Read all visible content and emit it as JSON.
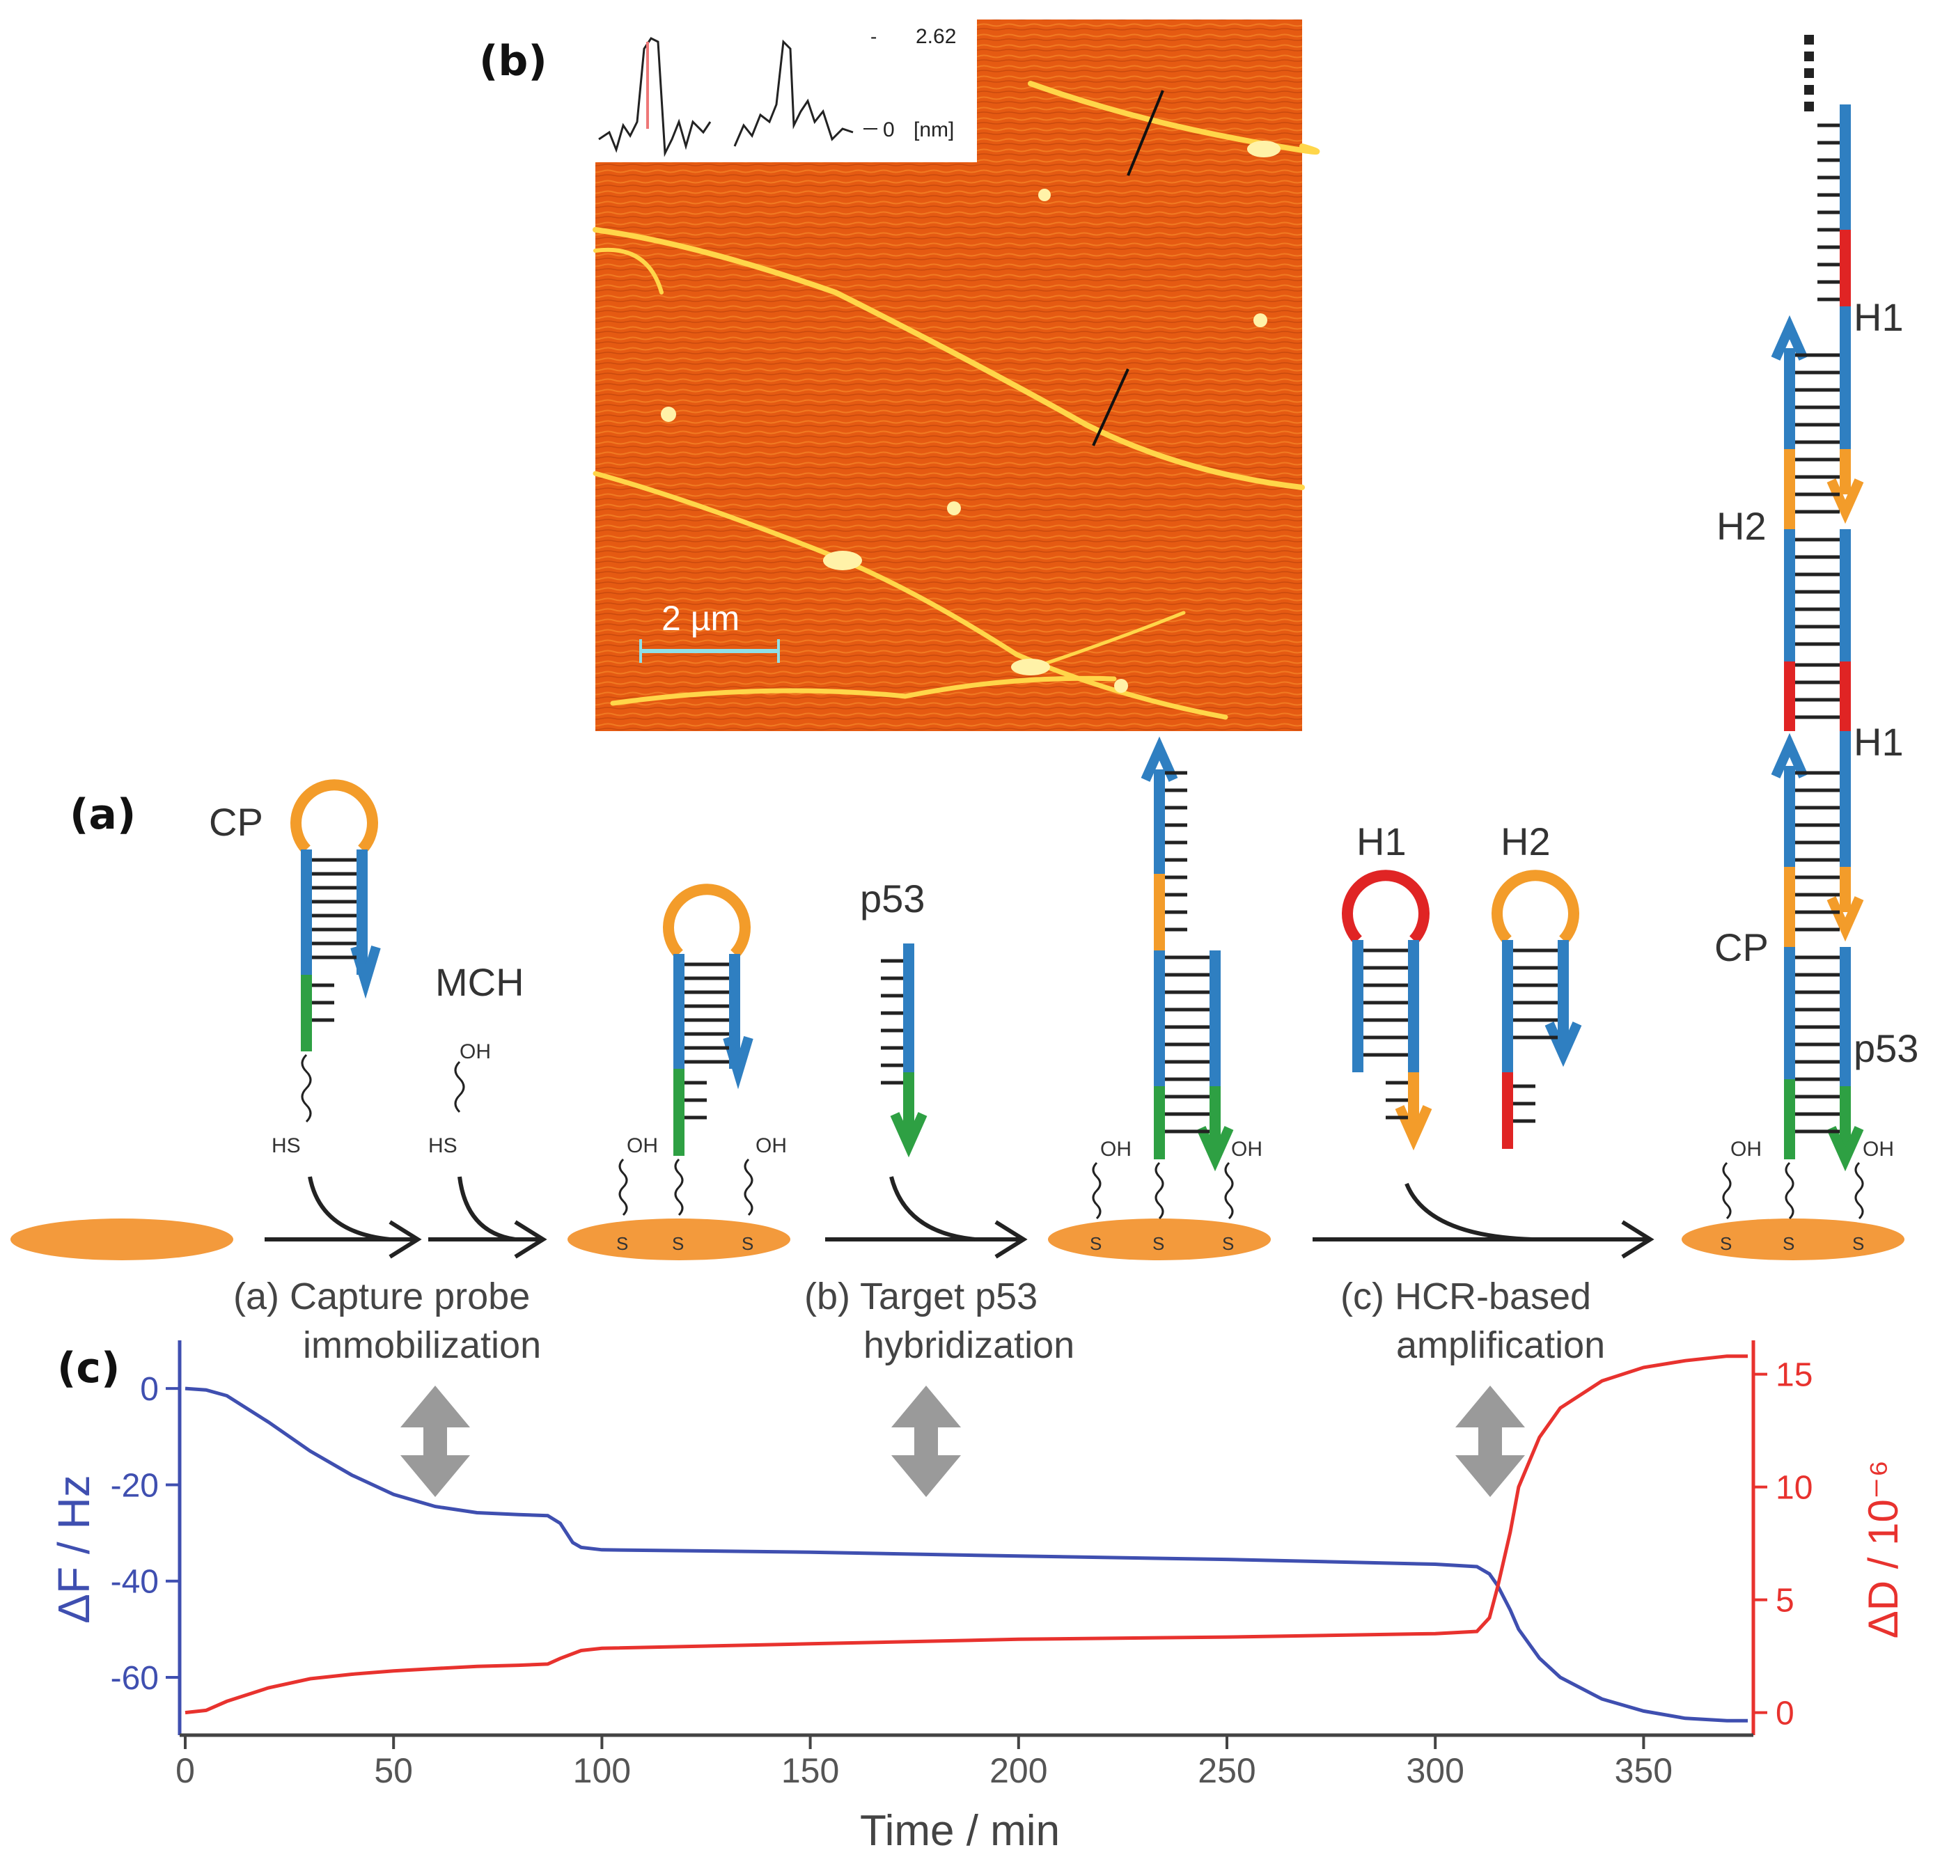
{
  "panels": {
    "a": "(a)",
    "b": "(b)",
    "c": "(c)"
  },
  "afm": {
    "scale_bar_label": "2 µm",
    "profile_max_label": "2.62",
    "profile_zero_label": "0",
    "profile_unit_label": "[nm]",
    "profile_tick_label": "-"
  },
  "labels": {
    "cp": "CP",
    "mch": "MCH",
    "p53": "p53",
    "h1": "H1",
    "h2": "H2",
    "oh": "OH",
    "hs": "HS",
    "s": "S"
  },
  "steps": [
    {
      "line1": "(a) Capture probe",
      "line2": "immobilization"
    },
    {
      "line1": "(b) Target p53",
      "line2": "hybridization"
    },
    {
      "line1": "(c) HCR-based",
      "line2": "amplification"
    }
  ],
  "colors": {
    "stem": "#2f7fc1",
    "toehold": "#f39c2a",
    "loop_h1": "#e02424",
    "anchor": "#2ea043",
    "gold": "#f39a3c",
    "freq": "#3f4fb0",
    "diss": "#e8322e",
    "arrow_gray": "#9a9a9a",
    "afm_bg": "#e55a12"
  },
  "chart_data": {
    "type": "line",
    "xlabel": "Time / min",
    "ylabel_left": "ΔF / Hz",
    "ylabel_right": "ΔD / 10⁻⁶",
    "xlim": [
      0,
      375
    ],
    "ylim_left": [
      -72,
      10
    ],
    "ylim_right": [
      -1,
      16.5
    ],
    "xticks": [
      "0",
      "50",
      "100",
      "150",
      "200",
      "250",
      "300",
      "350"
    ],
    "yticks_left": [
      "0",
      "-20",
      "-40",
      "-60"
    ],
    "yticks_right": [
      "0",
      "5",
      "10",
      "15"
    ],
    "series": [
      {
        "axis": "left",
        "color": "#3f4fb0",
        "x": [
          0,
          5,
          10,
          20,
          30,
          40,
          50,
          60,
          70,
          80,
          87,
          90,
          93,
          95,
          100,
          150,
          200,
          250,
          300,
          310,
          313,
          315,
          318,
          320,
          325,
          330,
          340,
          350,
          360,
          370,
          375
        ],
        "y": [
          0,
          -0.3,
          -1.5,
          -7,
          -13,
          -18,
          -22,
          -24.5,
          -25.8,
          -26.2,
          -26.4,
          -28,
          -32,
          -33,
          -33.5,
          -34,
          -34.8,
          -35.5,
          -36.5,
          -37,
          -38.5,
          -41,
          -46,
          -50,
          -56,
          -60,
          -64.5,
          -67,
          -68.5,
          -69,
          -69
        ]
      },
      {
        "axis": "right",
        "color": "#e8322e",
        "x": [
          0,
          5,
          10,
          20,
          30,
          40,
          50,
          60,
          70,
          80,
          87,
          90,
          95,
          100,
          150,
          200,
          250,
          300,
          310,
          313,
          315,
          318,
          320,
          325,
          330,
          340,
          350,
          360,
          370,
          375
        ],
        "y": [
          0,
          0.1,
          0.5,
          1.1,
          1.5,
          1.7,
          1.85,
          1.95,
          2.05,
          2.1,
          2.15,
          2.4,
          2.75,
          2.85,
          3.05,
          3.25,
          3.35,
          3.5,
          3.6,
          4.2,
          5.6,
          8,
          10,
          12.2,
          13.5,
          14.7,
          15.3,
          15.6,
          15.8,
          15.8
        ]
      }
    ]
  }
}
